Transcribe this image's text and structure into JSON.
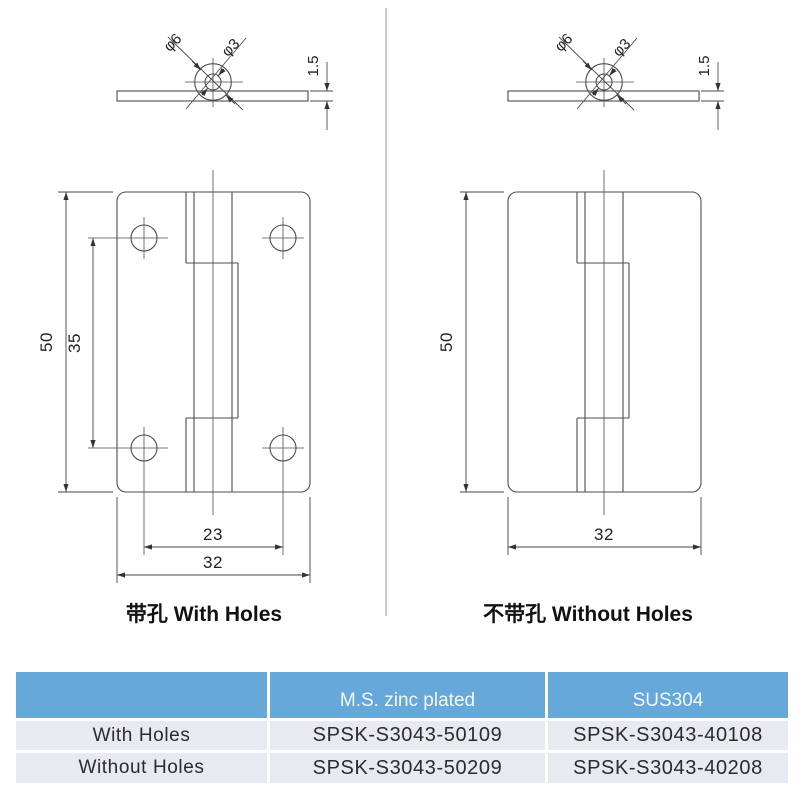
{
  "drawing": {
    "left": {
      "phi_outer": "φ6",
      "phi_pin": "φ3",
      "thickness": "1.5",
      "height": "50",
      "hole_pitch_vertical": "35",
      "hole_pitch_horizontal": "23",
      "width": "32",
      "caption": "带孔 With Holes"
    },
    "right": {
      "phi_outer": "φ6",
      "phi_pin": "φ3",
      "thickness": "1.5",
      "height": "50",
      "width": "32",
      "caption": "不带孔 Without Holes"
    }
  },
  "table": {
    "col_headers": [
      "M.S. zinc plated",
      "SUS304"
    ],
    "rows": [
      {
        "label": "With Holes",
        "ms_zinc": "SPSK-S3043-50109",
        "sus304": "SPSK-S3043-40108"
      },
      {
        "label": "Without Holes",
        "ms_zinc": "SPSK-S3043-50209",
        "sus304": "SPSK-S3043-40208"
      }
    ]
  },
  "colors": {
    "table_header_bg": "#65a8d9",
    "table_header_text": "#f4f9fd",
    "table_row_bg": "#e7eaf1",
    "table_row_text": "#2b2b2b",
    "drawing_line": "#4d4d4d"
  }
}
